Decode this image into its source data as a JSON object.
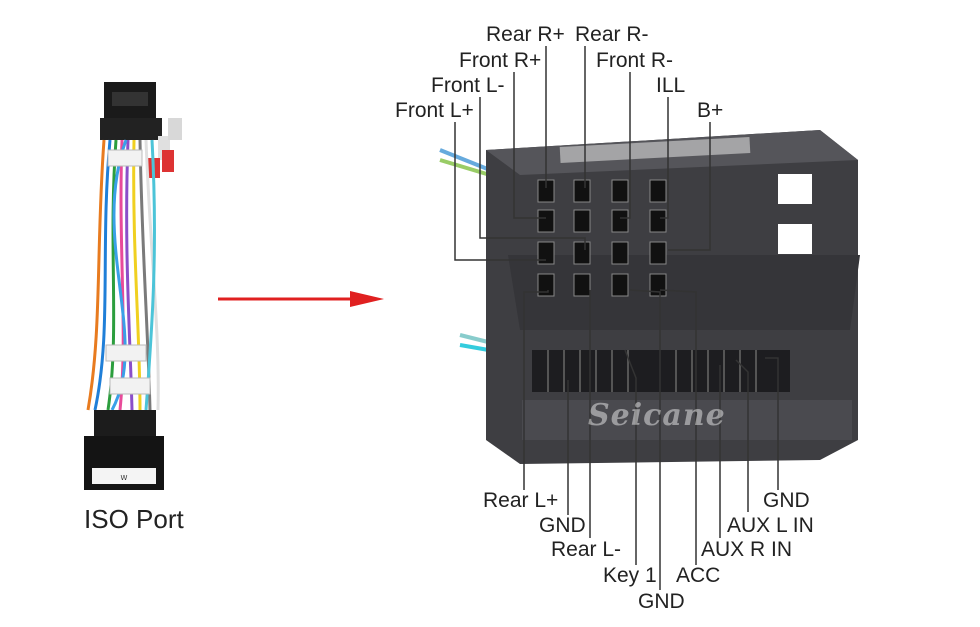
{
  "caption": "ISO Port",
  "watermark": "Seicane",
  "arrow_color": "#e02020",
  "labels_top": {
    "rear_r_plus": "Rear R+",
    "rear_r_minus": "Rear R-",
    "front_r_plus": "Front R+",
    "front_r_minus": "Front R-",
    "front_l_minus": "Front L-",
    "ill": "ILL",
    "front_l_plus": "Front L+",
    "b_plus": "B+"
  },
  "labels_bottom": {
    "rear_l_plus": "Rear L+",
    "gnd_1": "GND",
    "rear_l_minus": "Rear L-",
    "key1": "Key 1",
    "gnd_2": "GND",
    "acc": "ACC",
    "aux_r_in": "AUX R IN",
    "aux_l_in": "AUX L IN",
    "gnd_3": "GND"
  }
}
